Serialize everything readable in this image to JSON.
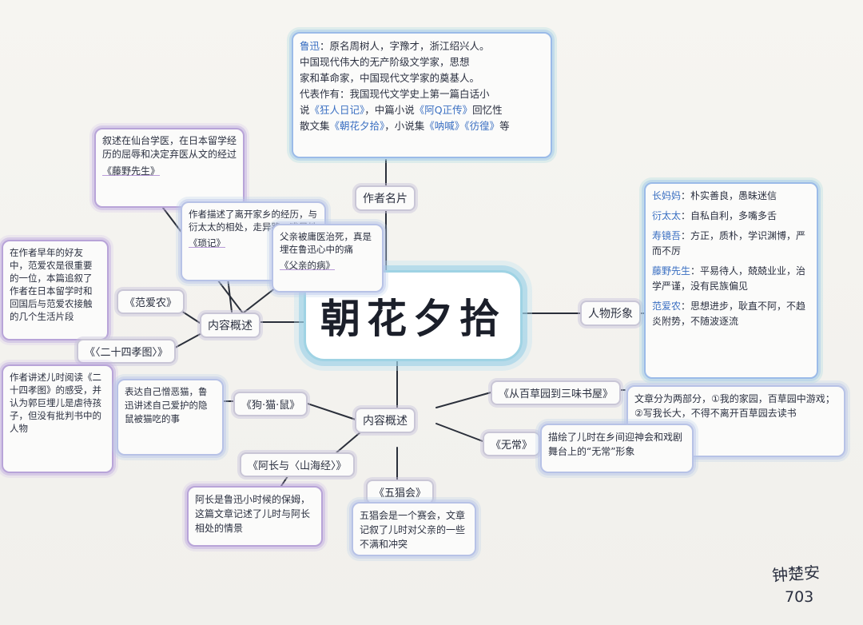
{
  "center_title": "朝花夕拾",
  "branches": {
    "author": "作者名片",
    "characters": "人物形象",
    "content": "内容概述",
    "theme": "内容概述"
  },
  "author_card": {
    "line1_label": "鲁迅",
    "line1_text": "：原名周树人，字豫才，浙江绍兴人。",
    "line2": "中国现代伟大的无产阶级文学家，思想",
    "line3": "家和革命家，中国现代文学家的奠基人。",
    "line4": "代表作有：我国现代文学史上第一篇白话小",
    "line5_prefix": "说",
    "line5_work1": "《狂人日记》",
    "line5_mid": "，中篇小说",
    "line5_work2": "《阿Q正传》",
    "line5_suffix": "回忆性",
    "line6_prefix": "散文集",
    "line6_work1": "《朝花夕拾》",
    "line6_mid": "，小说集",
    "line6_work2": "《呐喊》《彷徨》",
    "line6_suffix": "等"
  },
  "characters": [
    {
      "name": "长妈妈",
      "desc": "：朴实善良，愚昧迷信"
    },
    {
      "name": "衍太太",
      "desc": "：自私自利，多嘴多舌"
    },
    {
      "name": "寿镜吾",
      "desc": "：方正，质朴，学识渊博，严而不厉"
    },
    {
      "name": "藤野先生",
      "desc": "：平易待人，兢兢业业，治学严谨，没有民族偏见"
    },
    {
      "name": "范爱农",
      "desc": "：思想进步，耿直不阿，不趋炎附势，不随波逐流"
    }
  ],
  "fujieshu": {
    "title": "《藤野先生》",
    "text": "叙述在仙台学医，在日本留学经历的屈辱和决定弃医从文的经过"
  },
  "fanai": {
    "title": "《范爱农》",
    "text": "在作者早年的好友中，范爱农是很重要的一位，本篇追叙了作者在日本留学时和回国后与范爱农接触的几个生活片段"
  },
  "suoji": {
    "title": "《琐记》",
    "text": "作者描述了离开家乡的经历，与衍太太的相处，走异路，逃异地"
  },
  "father": {
    "title": "《父亲的病》",
    "text": "父亲被庸医治死，真是埋在鲁迅心中的痛"
  },
  "erxiao": {
    "title": "《〈二十四孝图〉》",
    "text": "作者讲述儿时阅读《二十四孝图》的感受，并认为郭巨埋儿是虐待孩子，但没有批判书中的人物"
  },
  "gou": {
    "title": "《狗·猫·鼠》",
    "text": "表达自己憎恶猫，鲁迅讲述自己爱护的隐鼠被猫吃的事"
  },
  "baicao": {
    "title": "《从百草园到三味书屋》",
    "text": "文章分为两部分，①我的家园，百草园中游戏；②写我长大，不得不离开百草园去读书"
  },
  "wuchang": {
    "title": "《无常》",
    "text": "描绘了儿时在乡间迎神会和戏剧舞台上的“无常”形象"
  },
  "ahchang": {
    "title": "《阿长与〈山海经〉》",
    "text": "阿长是鲁迅小时候的保姆，这篇文章记述了儿时与阿长相处的情景"
  },
  "wuchanghui": {
    "title": "《五猖会》",
    "text": "五猖会是一个赛会，文章记叙了儿时对父亲的一些不满和冲突"
  },
  "signature": {
    "name": "钟楚安",
    "class": "703"
  },
  "colors": {
    "accent": "#3a6fc2",
    "frame": "#9fd3e4",
    "ink": "#2b3040"
  }
}
